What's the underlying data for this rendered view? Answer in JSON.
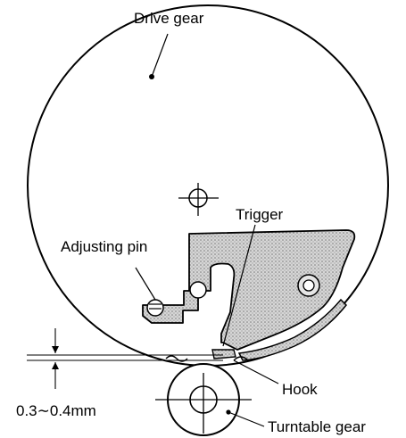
{
  "labels": {
    "drive_gear": "Drive gear",
    "trigger": "Trigger",
    "adjusting_pin": "Adjusting pin",
    "hook": "Hook",
    "clearance": "0.3∼0.4mm",
    "turntable_gear": "Turntable gear"
  },
  "colors": {
    "line": "#000000",
    "stipple": "#9a9a9a",
    "background": "#ffffff"
  }
}
